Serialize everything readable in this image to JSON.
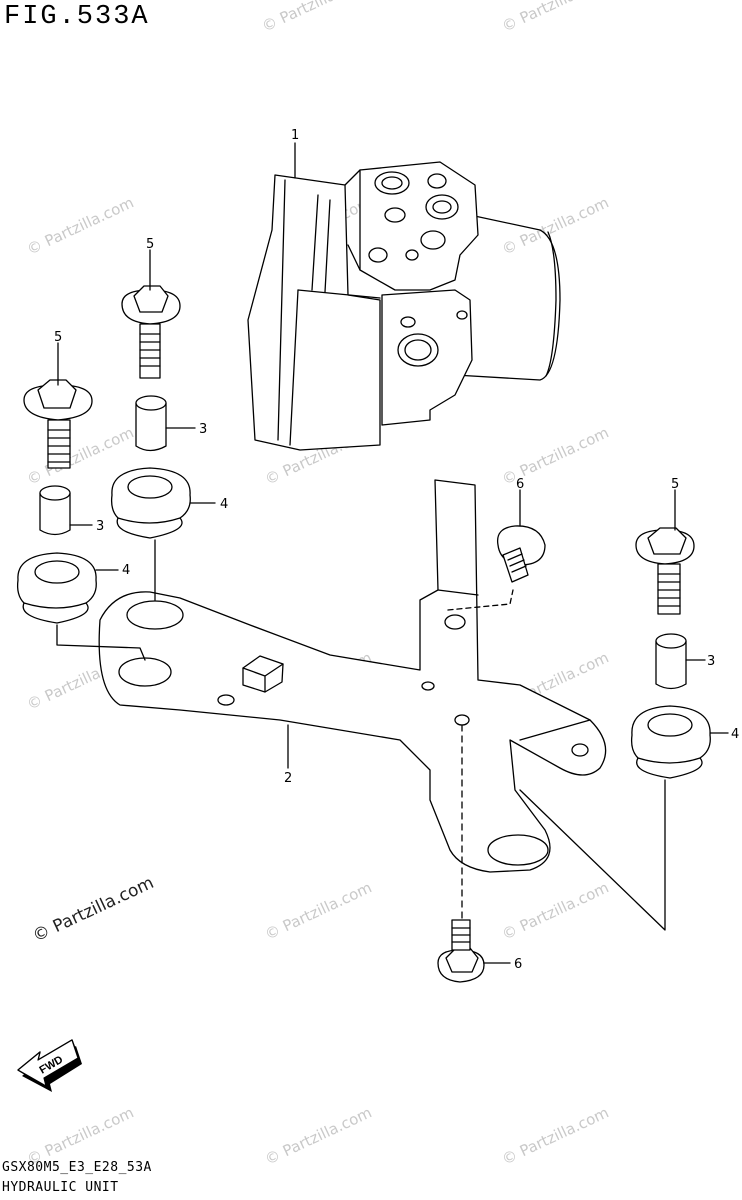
{
  "figure": {
    "title": "FIG.533A",
    "model_code": "GSX80M5_E3_E28_53A",
    "section_name": "HYDRAULIC UNIT"
  },
  "watermark": {
    "text": "© Partzilla.com"
  },
  "fwd_badge": {
    "label": "FWD"
  },
  "callouts": [
    {
      "number": "1"
    },
    {
      "number": "2"
    },
    {
      "number": "3"
    },
    {
      "number": "3"
    },
    {
      "number": "3"
    },
    {
      "number": "4"
    },
    {
      "number": "4"
    },
    {
      "number": "4"
    },
    {
      "number": "5"
    },
    {
      "number": "5"
    },
    {
      "number": "5"
    },
    {
      "number": "6"
    },
    {
      "number": "6"
    }
  ]
}
